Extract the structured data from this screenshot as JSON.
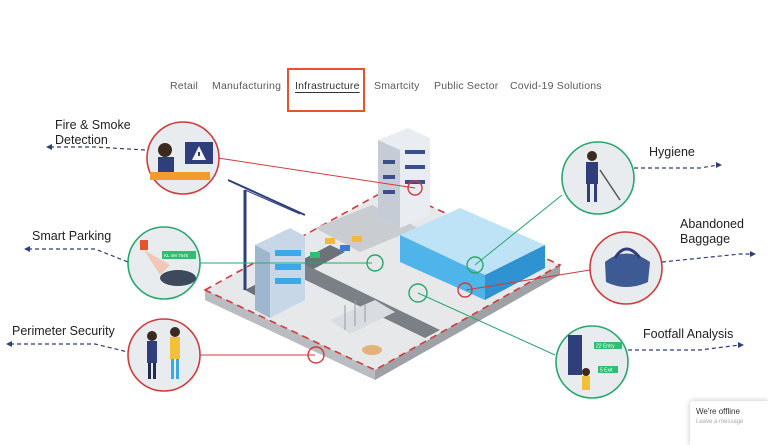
{
  "nav": {
    "tabs": [
      "Retail",
      "Manufacturing",
      "Infrastructure",
      "Smartcity",
      "Public Sector",
      "Covid-19 Solutions"
    ],
    "active": "Infrastructure"
  },
  "labels": {
    "fire_smoke_1": "Fire & Smoke",
    "fire_smoke_2": "Detection",
    "smart_parking": "Smart Parking",
    "perimeter_security": "Perimeter Security",
    "hygiene": "Hygiene",
    "abandoned_1": "Abandoned",
    "abandoned_2": "Baggage",
    "footfall": "Footfall Analysis"
  },
  "plate_text": "KL 4M 7645",
  "signs": {
    "entry": "22 Entry",
    "exit": "5 Exit"
  },
  "chat": {
    "title": "We're offline",
    "subtitle": "Leave a message"
  },
  "colors": {
    "accent_red": "#e5532f",
    "green": "#2fbf71",
    "navy": "#2e3f7c",
    "circle_red": "#d23b3b",
    "circle_green": "#28a86b",
    "water_blue": "#3aa9e8"
  }
}
